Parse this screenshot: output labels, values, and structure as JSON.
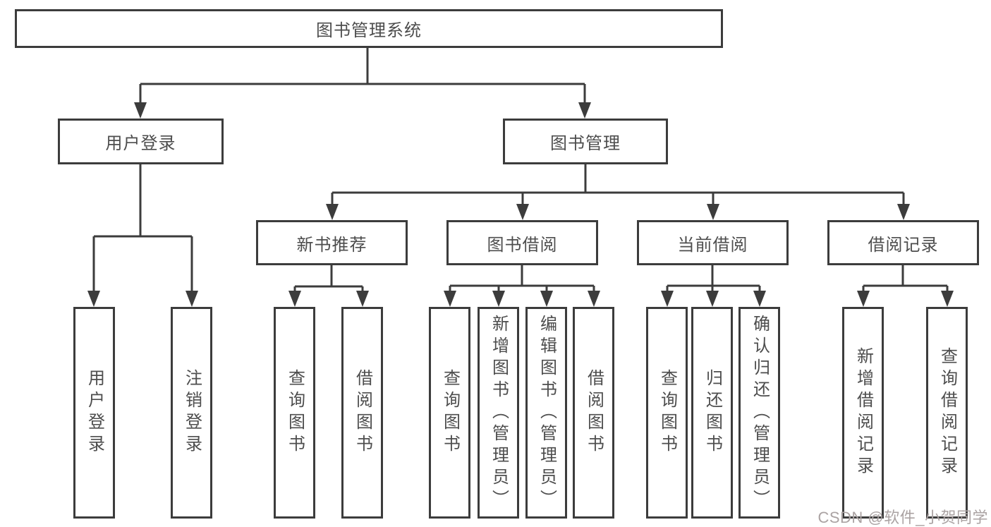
{
  "diagram": {
    "root": {
      "label": "图书管理系统"
    },
    "branches": [
      {
        "label": "用户登录",
        "leaves": [
          "用户登录",
          "注销登录"
        ]
      },
      {
        "label": "图书管理",
        "children": [
          {
            "label": "新书推荐",
            "leaves": [
              "查询图书",
              "借阅图书"
            ]
          },
          {
            "label": "图书借阅",
            "leaves": [
              "查询图书",
              "新增图书（管理员）",
              "编辑图书（管理员）",
              "借阅图书"
            ]
          },
          {
            "label": "当前借阅",
            "leaves": [
              "查询图书",
              "归还图书",
              "确认归还（管理员）"
            ]
          },
          {
            "label": "借阅记录",
            "leaves": [
              "新增借阅记录",
              "查询借阅记录"
            ]
          }
        ]
      }
    ]
  },
  "watermark": {
    "text": "CSDN @软件_小贺同学"
  },
  "colors": {
    "line": "#3c3c3c",
    "box_border": "#3c3c3c",
    "box_fill": "#ffffff",
    "text": "#4d4d4d",
    "watermark": "#aba3a3",
    "background": "#ffffff"
  }
}
